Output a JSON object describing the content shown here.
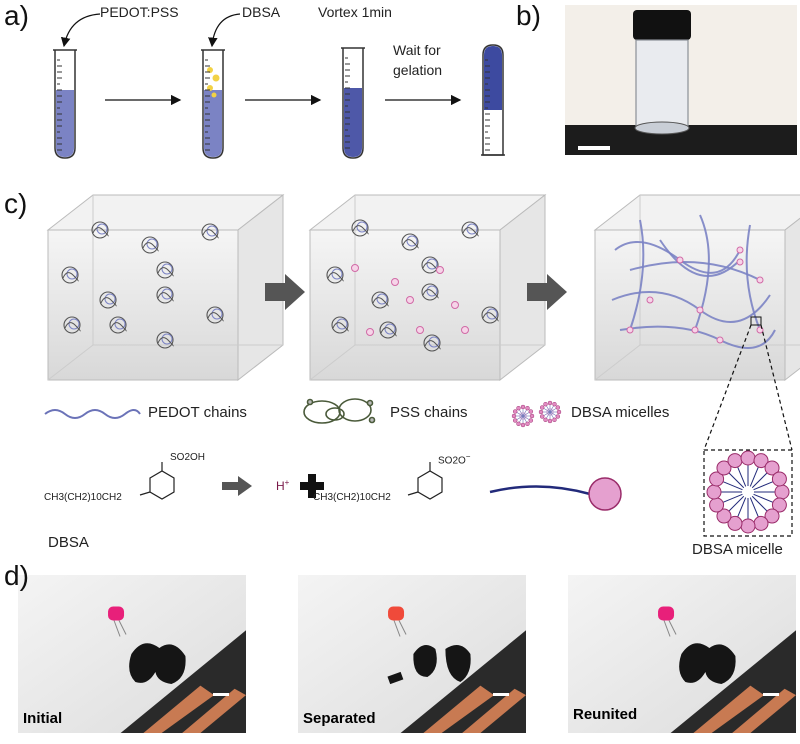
{
  "panel_labels": {
    "a": "a)",
    "b": "b)",
    "c": "c)",
    "d": "d)"
  },
  "panel_a": {
    "step1_label": "PEDOT:PSS",
    "step2_label": "DBSA",
    "step3_label": "Vortex 1min",
    "step4_label_line1": "Wait for",
    "step4_label_line2": "gelation"
  },
  "panel_c": {
    "legend": {
      "pedot": "PEDOT chains",
      "pss": "PSS chains",
      "dbsa_micelles": "DBSA micelles"
    },
    "reaction": {
      "reactant_formula": "CH3(CH2)10CH2",
      "reactant_name": "DBSA",
      "sulfonic_group": "SO2OH",
      "proton": "H",
      "proton_sup": "+",
      "anion_formula": "CH3(CH2)10CH2",
      "anion_group": "SO2O",
      "anion_sup": "−"
    },
    "micelle_label": "DBSA micelle"
  },
  "panel_d": {
    "photos": [
      {
        "label": "Initial",
        "led_color": "#e8207a"
      },
      {
        "label": "Separated",
        "led_color": "#f04a3a"
      },
      {
        "label": "Reunited",
        "led_color": "#e8207a"
      }
    ]
  },
  "colors": {
    "pedot_pss_liquid": "#7b83c4",
    "gel": "#3d4aa0",
    "dbsa_drops": "#f2d245",
    "micelle": "#e38ac2",
    "pss_chain": "#4a5a3a",
    "copper": "#c87a52"
  }
}
